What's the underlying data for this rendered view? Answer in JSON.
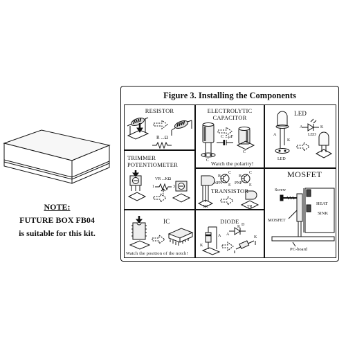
{
  "note": {
    "heading": "NOTE:",
    "line1": "FUTURE BOX FB04",
    "line2": "is suitable for this kit."
  },
  "figure": {
    "title": "Figure 3. Installing the Components",
    "resistor": {
      "title": "RESISTOR",
      "symbol_label": "R ...Ω"
    },
    "capacitor": {
      "title_line1": "ELECTROLYTIC",
      "title_line2": "CAPACITOR",
      "symbol_label": "C ...µF",
      "label_c1": "C",
      "label_c2": "C",
      "caption": "Watch the polarity!"
    },
    "led": {
      "title": "LED",
      "label_a": "A",
      "label_k": "K",
      "label_a2": "A",
      "label_k2": "K",
      "symbol_label": "LED",
      "body_label": "LED"
    },
    "trimmer": {
      "title_line1": "TRIMMER",
      "title_line2": "POTENTIOMETER",
      "symbol_label": "VR ...KΩ",
      "pin1": "1",
      "pin2": "2",
      "pin3": "3"
    },
    "transistor": {
      "title": "TRANSISTOR",
      "npn": "NPN",
      "pnp": "PNP",
      "b1": "B",
      "c1": "C",
      "e1": "E",
      "b2": "B",
      "c2": "C",
      "e2": "E",
      "tr1": "TR",
      "tr2": "TR"
    },
    "ic": {
      "title": "IC",
      "caption": "Watch the position of the notch!"
    },
    "diode": {
      "title": "DIODE",
      "k": "K",
      "d": "D",
      "a": "A",
      "a2": "A",
      "k2": "K",
      "k3": "K"
    },
    "mosfet": {
      "title": "MOSFET",
      "screw": "Screw",
      "mosfet_label": "MOSFET",
      "heat": "HEAT",
      "sink": "SINK",
      "pcboard": "PC-board"
    }
  }
}
